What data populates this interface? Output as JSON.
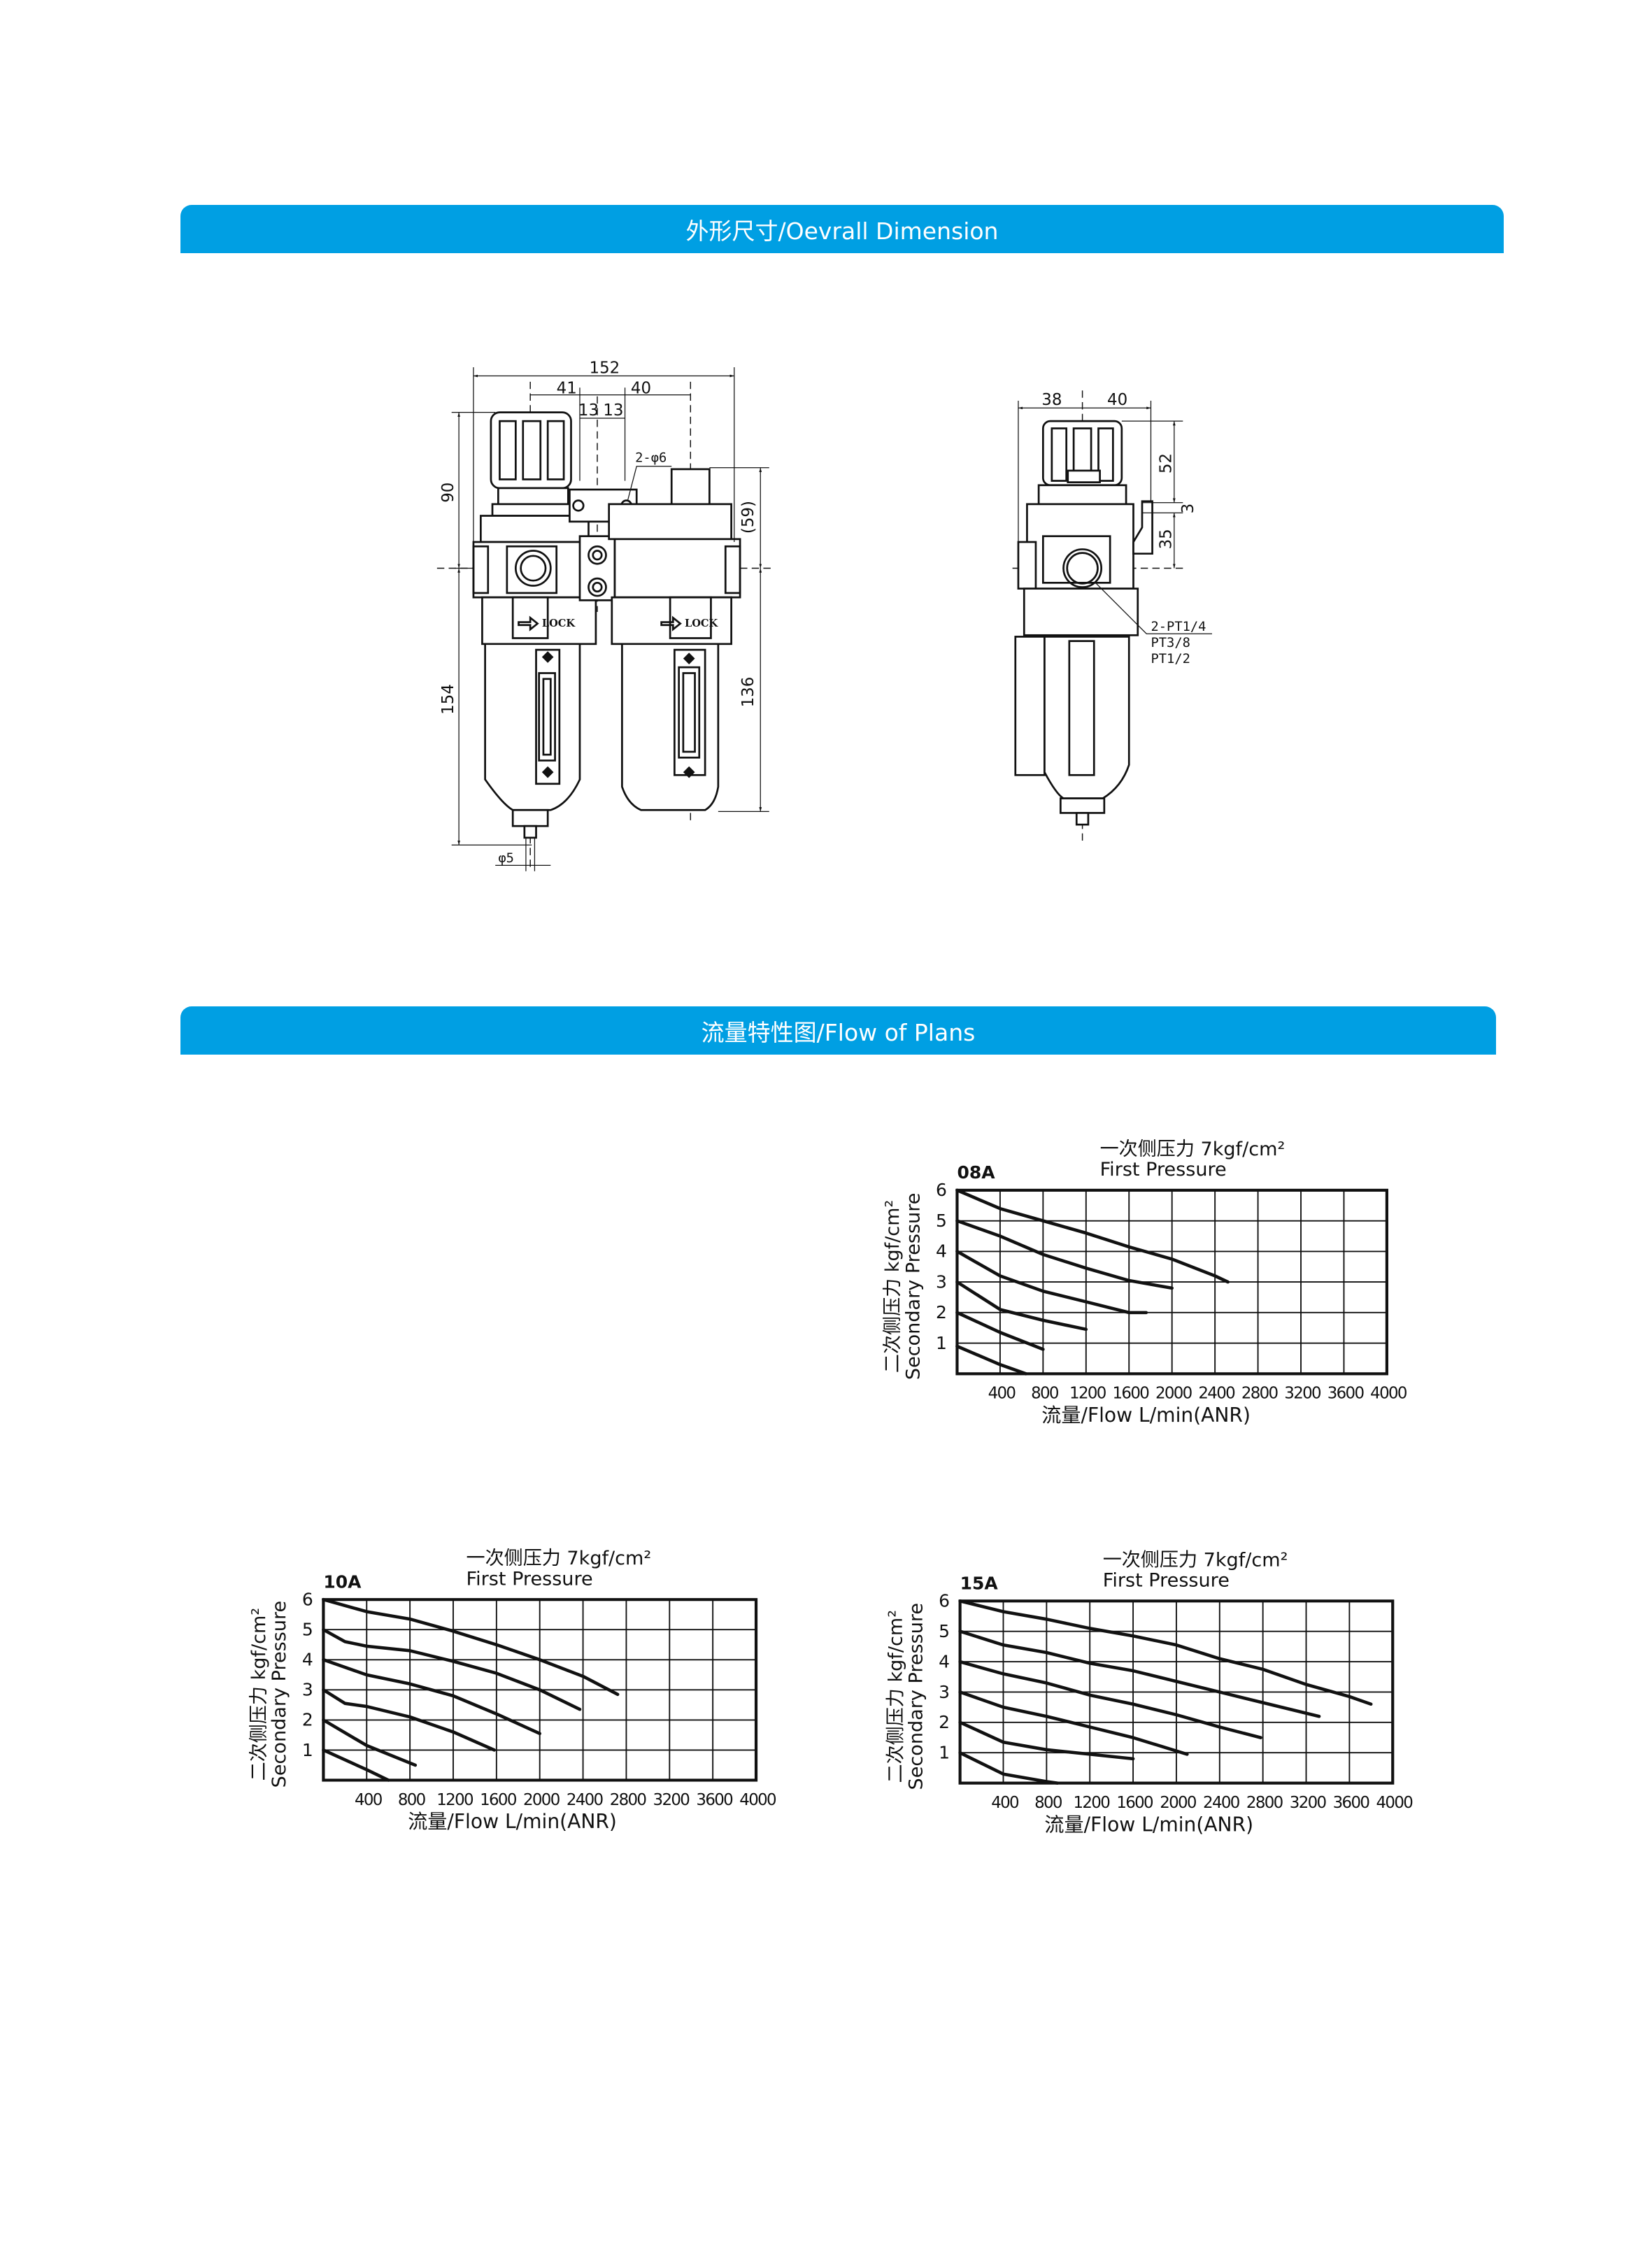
{
  "sections": {
    "dimension_title": "外形尺寸/Oevrall Dimension",
    "flow_title": "流量特性图/Flow of Plans"
  },
  "drawing": {
    "front": {
      "dim_total_width": "152",
      "dim_left": "41",
      "dim_right": "40",
      "dim_13a": "13",
      "dim_13b": "13",
      "dim_height_top": "90",
      "dim_height_bottom": "154",
      "dim_right_top": "(59)",
      "dim_right_bottom": "136",
      "mount_holes": "2-φ6",
      "drain": "φ5",
      "lock_left": "LOCK",
      "lock_right": "LOCK"
    },
    "side": {
      "dim_left": "38",
      "dim_right": "40",
      "dim_top": "52",
      "dim_gap": "3",
      "dim_mid": "35",
      "port_1": "2-PT1/4",
      "port_2": "PT3/8",
      "port_3": "PT1/2"
    }
  },
  "chart_data": [
    {
      "type": "line",
      "model": "08A",
      "title": "一次侧压力 7kgf/cm²",
      "subtitle": "First Pressure",
      "ylabel_cn": "二次侧压力 kgf/cm²",
      "ylabel_en": "Secondary Pressure",
      "xlabel": "流量/Flow   L/min(ANR)",
      "xlim": [
        0,
        4000
      ],
      "ylim": [
        0,
        6
      ],
      "xticks": [
        "400",
        "800",
        "1200",
        "1600",
        "2000",
        "2400",
        "2800",
        "3200",
        "3600",
        "4000"
      ],
      "yticks": [
        "1",
        "2",
        "3",
        "4",
        "5",
        "6"
      ],
      "grid": true,
      "series": [
        {
          "set_pressure": 6,
          "points": [
            [
              0,
              6
            ],
            [
              400,
              5.4
            ],
            [
              800,
              5.0
            ],
            [
              1200,
              4.6
            ],
            [
              1600,
              4.15
            ],
            [
              2000,
              3.75
            ],
            [
              2400,
              3.2
            ],
            [
              2520,
              3.0
            ]
          ]
        },
        {
          "set_pressure": 5,
          "points": [
            [
              0,
              5
            ],
            [
              400,
              4.5
            ],
            [
              800,
              3.9
            ],
            [
              1200,
              3.45
            ],
            [
              1600,
              3.05
            ],
            [
              2000,
              2.8
            ]
          ]
        },
        {
          "set_pressure": 4,
          "points": [
            [
              0,
              4
            ],
            [
              400,
              3.2
            ],
            [
              800,
              2.7
            ],
            [
              1200,
              2.35
            ],
            [
              1600,
              2.0
            ],
            [
              1760,
              2.0
            ]
          ]
        },
        {
          "set_pressure": 3,
          "points": [
            [
              0,
              3
            ],
            [
              400,
              2.1
            ],
            [
              800,
              1.75
            ],
            [
              1200,
              1.45
            ]
          ]
        },
        {
          "set_pressure": 2,
          "points": [
            [
              0,
              2
            ],
            [
              400,
              1.35
            ],
            [
              800,
              0.8
            ]
          ]
        },
        {
          "set_pressure": 1,
          "points": [
            [
              0,
              0.9
            ],
            [
              400,
              0.3
            ],
            [
              640,
              0
            ]
          ]
        }
      ]
    },
    {
      "type": "line",
      "model": "10A",
      "title": "一次侧压力 7kgf/cm²",
      "subtitle": "First Pressure",
      "ylabel_cn": "二次侧压力 kgf/cm²",
      "ylabel_en": "Secondary Pressure",
      "xlabel": "流量/Flow   L/min(ANR)",
      "xlim": [
        0,
        4000
      ],
      "ylim": [
        0,
        6
      ],
      "xticks": [
        "400",
        "800",
        "1200",
        "1600",
        "2000",
        "2400",
        "2800",
        "3200",
        "3600",
        "4000"
      ],
      "yticks": [
        "1",
        "2",
        "3",
        "4",
        "5",
        "6"
      ],
      "grid": true,
      "series": [
        {
          "set_pressure": 6,
          "points": [
            [
              0,
              6
            ],
            [
              400,
              5.6
            ],
            [
              800,
              5.35
            ],
            [
              1200,
              4.95
            ],
            [
              1600,
              4.5
            ],
            [
              2000,
              4.0
            ],
            [
              2400,
              3.45
            ],
            [
              2720,
              2.85
            ]
          ]
        },
        {
          "set_pressure": 5,
          "points": [
            [
              0,
              5
            ],
            [
              200,
              4.6
            ],
            [
              400,
              4.45
            ],
            [
              800,
              4.3
            ],
            [
              1200,
              3.95
            ],
            [
              1600,
              3.55
            ],
            [
              2000,
              3.0
            ],
            [
              2370,
              2.35
            ]
          ]
        },
        {
          "set_pressure": 4,
          "points": [
            [
              0,
              4
            ],
            [
              400,
              3.5
            ],
            [
              800,
              3.2
            ],
            [
              1200,
              2.8
            ],
            [
              1600,
              2.2
            ],
            [
              2000,
              1.55
            ]
          ]
        },
        {
          "set_pressure": 3,
          "points": [
            [
              0,
              3
            ],
            [
              200,
              2.55
            ],
            [
              400,
              2.45
            ],
            [
              800,
              2.1
            ],
            [
              1200,
              1.6
            ],
            [
              1580,
              1.0
            ]
          ]
        },
        {
          "set_pressure": 2,
          "points": [
            [
              0,
              2
            ],
            [
              400,
              1.15
            ],
            [
              850,
              0.5
            ]
          ]
        },
        {
          "set_pressure": 1,
          "points": [
            [
              0,
              1
            ],
            [
              400,
              0.35
            ],
            [
              600,
              0
            ]
          ]
        }
      ]
    },
    {
      "type": "line",
      "model": "15A",
      "title": "一次侧压力 7kgf/cm²",
      "subtitle": "First Pressure",
      "ylabel_cn": "二次侧压力 kgf/cm²",
      "ylabel_en": "Secondary Pressure",
      "xlabel": "流量/Flow   L/min(ANR)",
      "xlim": [
        0,
        4000
      ],
      "ylim": [
        0,
        6
      ],
      "xticks": [
        "400",
        "800",
        "1200",
        "1600",
        "2000",
        "2400",
        "2800",
        "3200",
        "3600",
        "4000"
      ],
      "yticks": [
        "1",
        "2",
        "3",
        "4",
        "5",
        "6"
      ],
      "grid": true,
      "series": [
        {
          "set_pressure": 6,
          "points": [
            [
              0,
              6
            ],
            [
              400,
              5.65
            ],
            [
              800,
              5.4
            ],
            [
              1200,
              5.1
            ],
            [
              1600,
              4.85
            ],
            [
              2000,
              4.55
            ],
            [
              2400,
              4.1
            ],
            [
              2800,
              3.75
            ],
            [
              3200,
              3.25
            ],
            [
              3600,
              2.85
            ],
            [
              3800,
              2.6
            ]
          ]
        },
        {
          "set_pressure": 5,
          "points": [
            [
              0,
              5
            ],
            [
              400,
              4.55
            ],
            [
              800,
              4.3
            ],
            [
              1200,
              3.95
            ],
            [
              1600,
              3.7
            ],
            [
              2000,
              3.35
            ],
            [
              2400,
              3.0
            ],
            [
              2800,
              2.65
            ],
            [
              3320,
              2.2
            ]
          ]
        },
        {
          "set_pressure": 4,
          "points": [
            [
              0,
              4
            ],
            [
              400,
              3.6
            ],
            [
              800,
              3.3
            ],
            [
              1200,
              2.9
            ],
            [
              1600,
              2.6
            ],
            [
              2000,
              2.25
            ],
            [
              2400,
              1.85
            ],
            [
              2780,
              1.5
            ]
          ]
        },
        {
          "set_pressure": 3,
          "points": [
            [
              0,
              3
            ],
            [
              400,
              2.5
            ],
            [
              800,
              2.2
            ],
            [
              1200,
              1.85
            ],
            [
              1600,
              1.5
            ],
            [
              2100,
              0.95
            ]
          ]
        },
        {
          "set_pressure": 2,
          "points": [
            [
              0,
              2
            ],
            [
              400,
              1.35
            ],
            [
              800,
              1.1
            ],
            [
              1200,
              0.95
            ],
            [
              1600,
              0.8
            ]
          ]
        },
        {
          "set_pressure": 1,
          "points": [
            [
              0,
              1
            ],
            [
              400,
              0.3
            ],
            [
              800,
              0.05
            ],
            [
              900,
              0
            ]
          ]
        }
      ]
    }
  ]
}
